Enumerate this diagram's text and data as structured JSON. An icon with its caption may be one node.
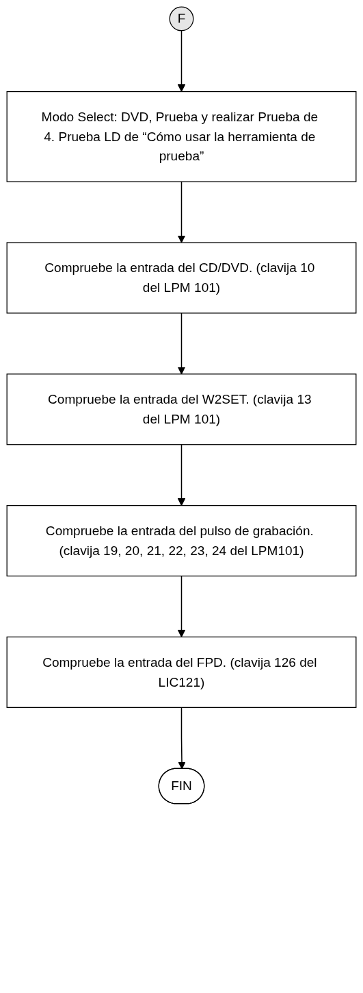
{
  "diagram": {
    "nodes": [
      {
        "text": [
          "F"
        ]
      },
      {
        "text": [
          "Modo Select: DVD, Prueba y realizar Prueba de 4. Prueba LD de “Cómo usar la herramienta de prueba”"
        ]
      },
      {
        "text": [
          "Compruebe la entrada del CD/DVD. (clavija 10 del LPM 101)"
        ]
      },
      {
        "text": [
          "Compruebe la entrada del W2SET. (clavija 13 del LPM 101)"
        ]
      },
      {
        "text": [
          "Compruebe la entrada del pulso de grabación. (clavija 19, 20, 21, 22, 23, 24 del LPM101)"
        ]
      },
      {
        "text": [
          "Compruebe la entrada del FPD. (clavija 126 del LIC121)"
        ]
      },
      {
        "text": [
          "FIN"
        ]
      }
    ],
    "edges": [
      {
        "from": 0,
        "to": 1,
        "arrow": "to"
      },
      {
        "from": 1,
        "to": 2,
        "arrow": "to"
      },
      {
        "from": 2,
        "to": 3,
        "arrow": "to"
      },
      {
        "from": 3,
        "to": 4,
        "arrow": "to"
      },
      {
        "from": 4,
        "to": 5,
        "arrow": "to"
      },
      {
        "from": 5,
        "to": 6,
        "arrow": "to"
      }
    ]
  }
}
